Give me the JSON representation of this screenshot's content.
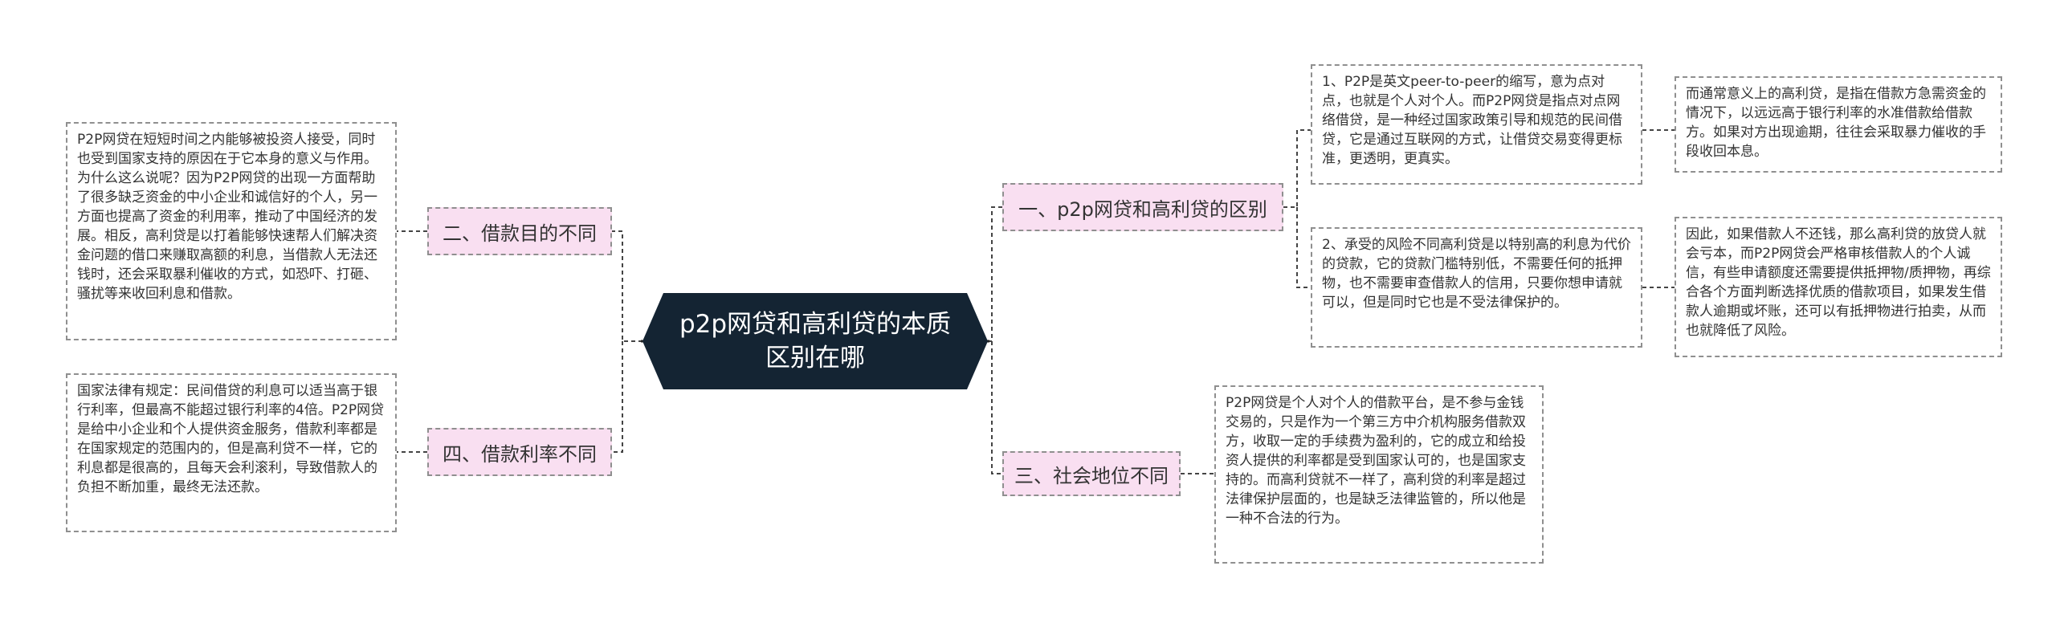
{
  "center": {
    "text": "p2p网贷和高利贷的本质区别在哪"
  },
  "branches": {
    "b1": "一、p2p网贷和高利贷的区别",
    "b2": "二、借款目的不同",
    "b3": "三、社会地位不同",
    "b4": "四、借款利率不同"
  },
  "leaves": {
    "b1_1": "1、P2P是英文peer-to-peer的缩写，意为点对点，也就是个人对个人。而P2P网贷是指点对点网络借贷，是一种经过国家政策引导和规范的民间借贷，它是通过互联网的方式，让借贷交易变得更标准，更透明，更真实。",
    "b1_1_1": "而通常意义上的高利贷，是指在借款方急需资金的情况下，以远远高于银行利率的水准借款给借款方。如果对方出现逾期，往往会采取暴力催收的手段收回本息。",
    "b1_2": "2、承受的风险不同高利贷是以特别高的利息为代价的贷款，它的贷款门槛特别低，不需要任何的抵押物，也不需要审查借款人的信用，只要你想申请就可以，但是同时它也是不受法律保护的。",
    "b1_2_1": "因此，如果借款人不还钱，那么高利贷的放贷人就会亏本，而P2P网贷会严格审核借款人的个人诚信，有些申请额度还需要提供抵押物/质押物，再综合各个方面判断选择优质的借款项目，如果发生借款人逾期或坏账，还可以有抵押物进行拍卖，从而也就降低了风险。",
    "b2_1": "P2P网贷在短短时间之内能够被投资人接受，同时也受到国家支持的原因在于它本身的意义与作用。为什么这么说呢？因为P2P网贷的出现一方面帮助了很多缺乏资金的中小企业和诚信好的个人，另一方面也提高了资金的利用率，推动了中国经济的发展。相反，高利贷是以打着能够快速帮人们解决资金问题的借口来赚取高额的利息，当借款人无法还钱时，还会采取暴利催收的方式，如恐吓、打砸、骚扰等来收回利息和借款。",
    "b3_1": "P2P网贷是个人对个人的借款平台，是不参与金钱交易的，只是作为一个第三方中介机构服务借款双方，收取一定的手续费为盈利的，它的成立和给投资人提供的利率都是受到国家认可的，也是国家支持的。而高利贷就不一样了，高利贷的利率是超过法律保护层面的，也是缺乏法律监管的，所以他是一种不合法的行为。",
    "b4_1": "国家法律有规定：民间借贷的利息可以适当高于银行利率，但最高不能超过银行利率的4倍。P2P网贷是给中小企业和个人提供资金服务，借款利率都是在国家规定的范围内的，但是高利贷不一样，它的利息都是很高的，且每天会利滚利，导致借款人的负担不断加重，最终无法还款。"
  }
}
